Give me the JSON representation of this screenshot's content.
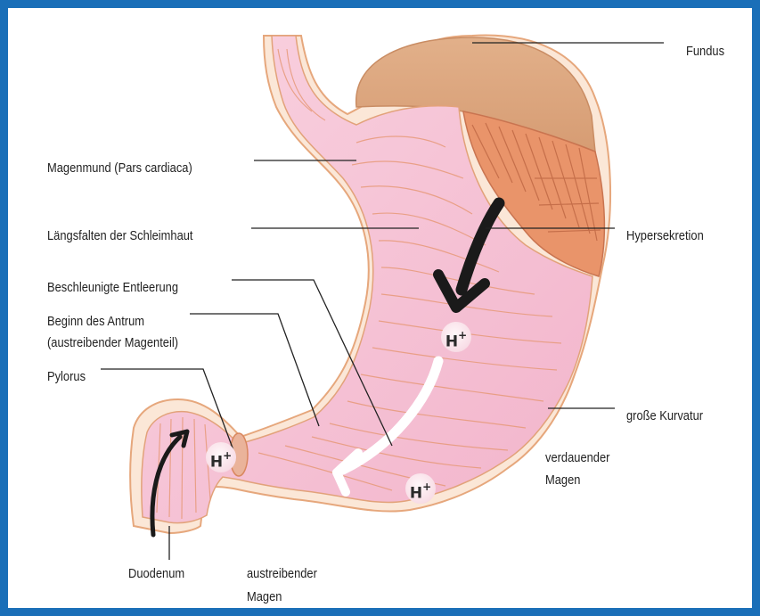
{
  "labels": {
    "fundus": "Fundus",
    "magenmund": "Magenmund (Pars cardiaca)",
    "laengsfalten": "Längsfalten der Schleimhaut",
    "hypersekretion": "Hypersekretion",
    "beschleunigte": "Beschleunigte Entleerung",
    "antrum_1": "Beginn des Antrum",
    "antrum_2": "(austreibender Magenteil)",
    "pylorus": "Pylorus",
    "kurvatur": "große Kurvatur",
    "verdauender_1": "verdauender",
    "verdauender_2": "Magen",
    "duodenum": "Duodenum",
    "austreibender_1": "austreibender",
    "austreibender_2": "Magen"
  },
  "ion": {
    "symbol": "H",
    "charge": "+"
  },
  "colors": {
    "frame": "#1a6fb8",
    "mucosa": "#f6c3d6",
    "fundus": "#d9a37c",
    "muscle": "#e8956a",
    "outline": "#e09a6a"
  }
}
